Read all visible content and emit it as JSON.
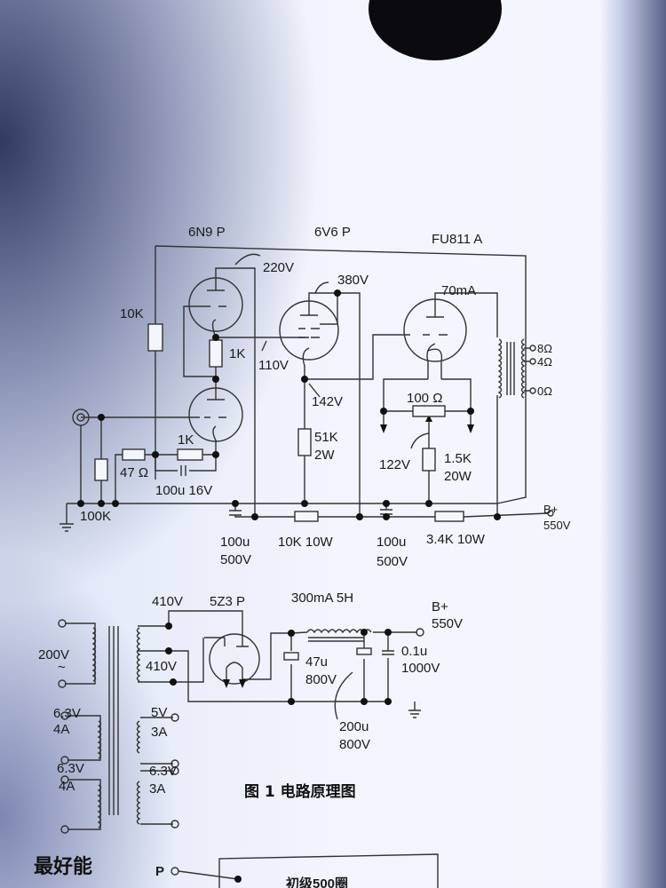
{
  "tubes": {
    "preamp": "6N9 P",
    "driver": "6V6 P",
    "output": "FU811 A",
    "rectifier": "5Z3 P"
  },
  "amplifier": {
    "v220": "220V",
    "v380": "380V",
    "current_70": "70mA",
    "r10k": "10K",
    "r1k_top": "1K",
    "v110": "110V",
    "v142": "142V",
    "r100ohm": "100 Ω",
    "out_8": "8Ω",
    "out_4": "4Ω",
    "out_0": "0Ω",
    "r1k_bottom": "1K",
    "r47": "47 Ω",
    "c100u16": "100u 16V",
    "r100k": "100K",
    "r51k": "51K",
    "r51k_w": "2W",
    "v122": "122V",
    "r15k": "1.5K",
    "r15k_w": "20W",
    "c1_val": "100u",
    "c1_v": "500V",
    "r10k10w": "10K 10W",
    "c2_val": "100u",
    "c2_v": "500V",
    "r34k": "3.4K 10W",
    "bplus": "B+",
    "bplus_v": "550V"
  },
  "power_supply": {
    "v410_top": "410V",
    "v410_mid": "410V",
    "primary": "200V",
    "ac": "~",
    "choke": "300mA 5H",
    "bplus": "B+",
    "bplus_v": "550V",
    "c47_val": "47u",
    "c47_v": "800V",
    "c01_val": "0.1u",
    "c01_v": "1000V",
    "c200_val": "200u",
    "c200_v": "800V",
    "w1_v": "6.3V",
    "w1_a": "4A",
    "w2_v": "6.3V",
    "w2_a": "4A",
    "w3_v": "5V",
    "w3_a": "3A",
    "w4_v": "6.3V",
    "w4_a": "3A"
  },
  "caption": "图 1  电路原理图",
  "bottom": {
    "heading": "最好能",
    "terminal_p": "P",
    "primary_turns": "初级500圈"
  }
}
